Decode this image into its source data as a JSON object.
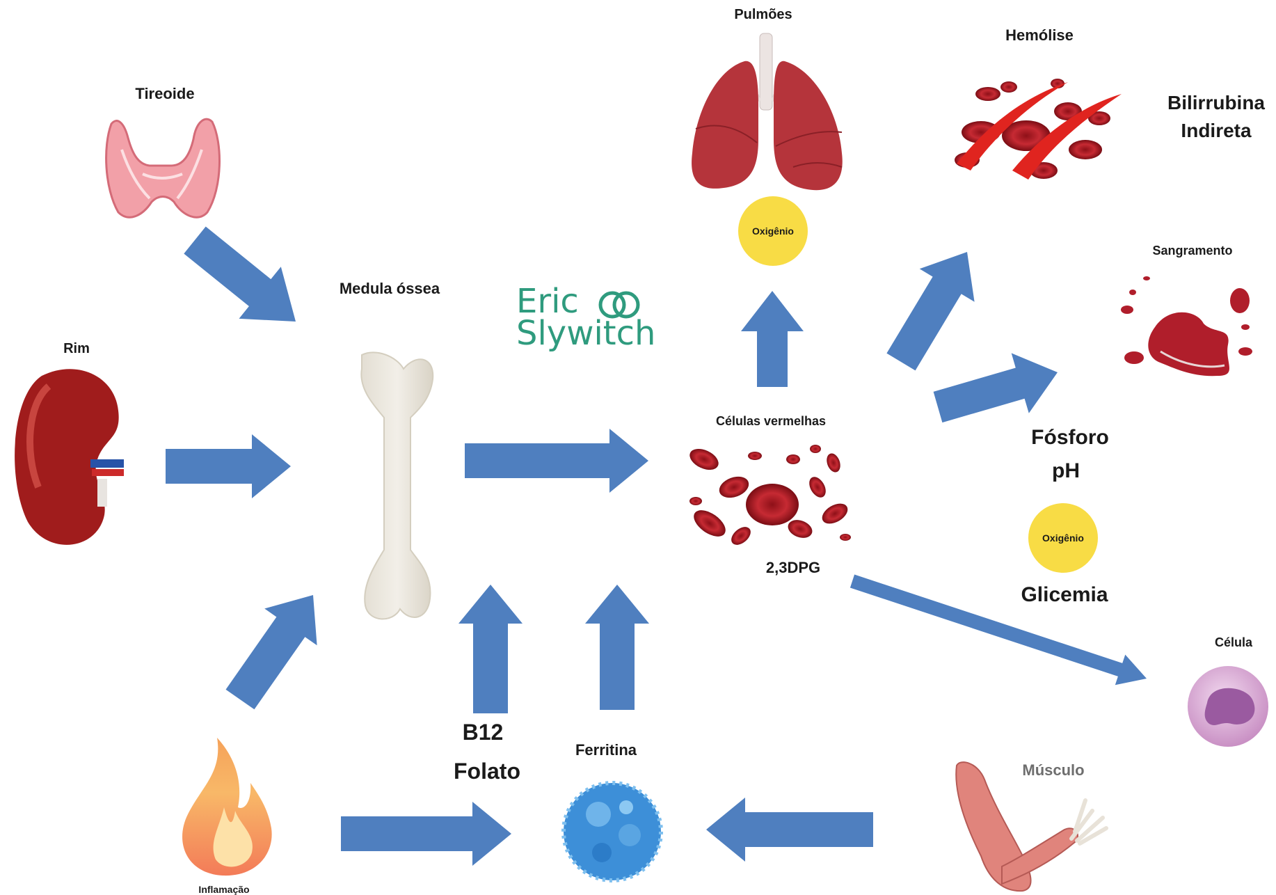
{
  "labels": {
    "tireoide": "Tireoide",
    "rim": "Rim",
    "medula": "Medula óssea",
    "pulmoes": "Pulmões",
    "hemolise": "Hemólise",
    "bilirrubina_1": "Bilirrubina",
    "bilirrubina_2": "Indireta",
    "sangramento": "Sangramento",
    "celulas_vermelhas": "Células vermelhas",
    "dpg": "2,3DPG",
    "fosforo": "Fósforo",
    "ph": "pH",
    "glicemia": "Glicemia",
    "celula": "Célula",
    "musculo": "Músculo",
    "b12": "B12",
    "folato": "Folato",
    "ferritina": "Ferritina",
    "inflamacao": "Inflamação"
  },
  "badges": {
    "oxigenio_top": "Oxigênio",
    "oxigenio_right": "Oxigênio"
  },
  "logo": {
    "line1": "Eric",
    "line2": "Slywitch"
  },
  "colors": {
    "arrow": "#4f7fbf",
    "badge": "#f8dc45",
    "logo": "#2f9b7e",
    "blood": "#b5232c"
  },
  "icons": [
    "thyroid-icon",
    "kidney-icon",
    "bone-icon",
    "lungs-icon",
    "hemolysis-icon",
    "bleeding-icon",
    "red-blood-cells-icon",
    "cell-icon",
    "muscle-arm-icon",
    "ferritin-icon",
    "flame-icon",
    "logo-rings-icon"
  ]
}
